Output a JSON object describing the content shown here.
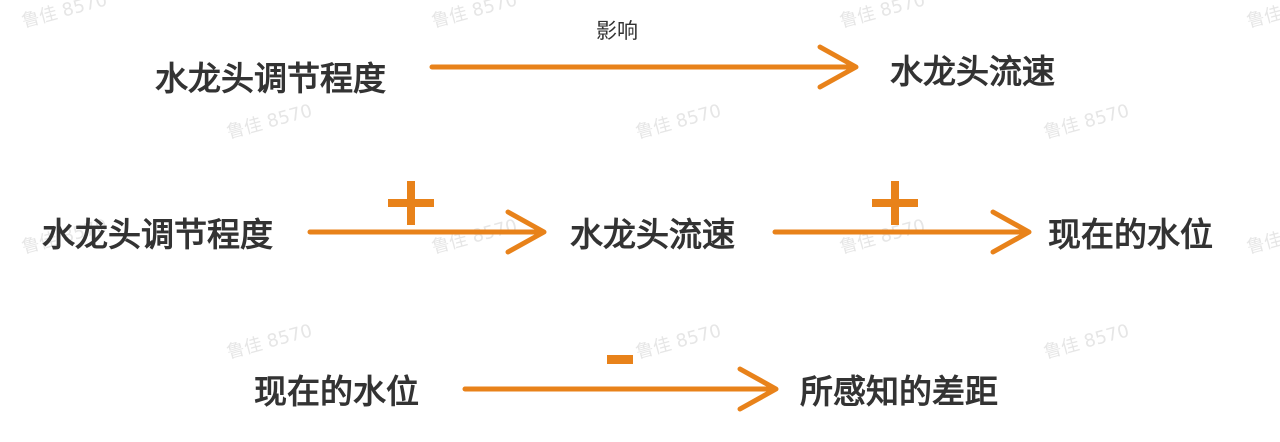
{
  "colors": {
    "arrow": "#e8821a",
    "text": "#333333",
    "watermark": "#e6e6e6"
  },
  "watermark_text": "鲁佳 8570",
  "row1": {
    "source": "水龙头调节程度",
    "relation": "影响",
    "target": "水龙头流速"
  },
  "row2": {
    "node1": "水龙头调节程度",
    "sign1": "+",
    "node2": "水龙头流速",
    "sign2": "+",
    "node3": "现在的水位"
  },
  "row3": {
    "source": "现在的水位",
    "sign": "-",
    "target": "所感知的差距"
  }
}
